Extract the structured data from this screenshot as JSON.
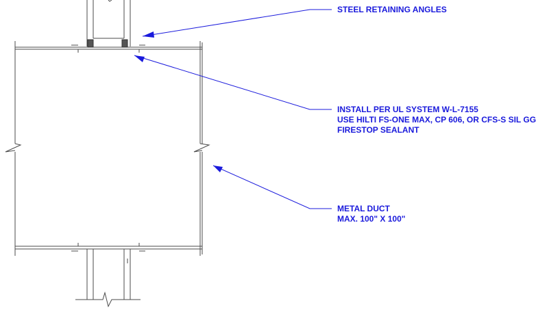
{
  "drawing": {
    "line_color": "#4a4a4a",
    "leader_color": "#1a1adc",
    "fill_color": "#555555"
  },
  "callouts": {
    "retaining_angles": {
      "line1": "STEEL RETAINING ANGLES"
    },
    "firestop": {
      "line1": "INSTALL PER UL SYSTEM W-L-7155",
      "line2": "USE HILTI FS-ONE MAX, CP 606, OR CFS-S SIL GG",
      "line3": "FIRESTOP SEALANT"
    },
    "duct": {
      "line1": "METAL DUCT",
      "line2": "MAX. 100\" X 100\""
    }
  }
}
